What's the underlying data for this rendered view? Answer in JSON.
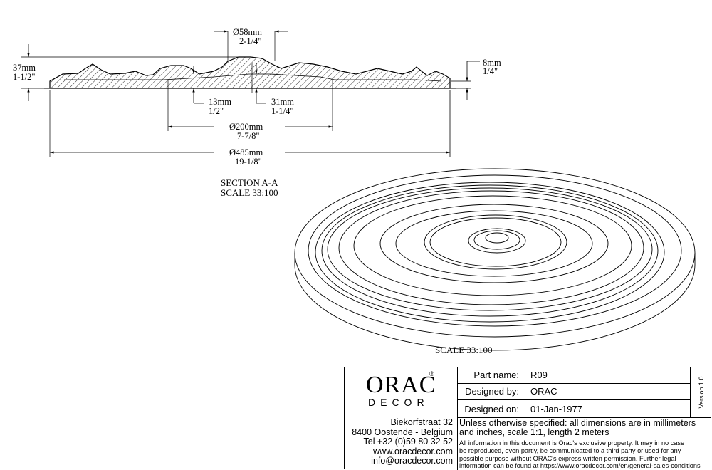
{
  "section": {
    "dims": {
      "top_diameter_mm": "Ø58mm",
      "top_diameter_in": "2-1/4\"",
      "height_mm": "37mm",
      "height_in": "1-1/2\"",
      "edge_mm": "8mm",
      "edge_in": "1/4\"",
      "inner_left_mm": "13mm",
      "inner_left_in": "1/2\"",
      "inner_right_mm": "31mm",
      "inner_right_in": "1-1/4\"",
      "mid_diameter_mm": "Ø200mm",
      "mid_diameter_in": "7-7/8\"",
      "outer_diameter_mm": "Ø485mm",
      "outer_diameter_in": "19-1/8\""
    },
    "caption_line1": "SECTION  A-A",
    "caption_line2": "SCALE  33:100"
  },
  "view": {
    "caption": "SCALE  33:100"
  },
  "title_block": {
    "logo_main": "ORAC",
    "logo_registered": "®",
    "logo_sub": "DECOR",
    "address": [
      "Biekorfstraat 32",
      "8400 Oostende - Belgium",
      "Tel  +32 (0)59 80 32 52",
      "www.oracdecor.com",
      "info@oracdecor.com"
    ],
    "part_name_label": "Part name:",
    "part_name": "R09",
    "designed_by_label": "Designed by:",
    "designed_by": "ORAC",
    "designed_on_label": "Designed on:",
    "designed_on": "01-Jan-1977",
    "version": "Version 1.0",
    "spec": [
      "Unless otherwise specified: all dimensions are in millimeters",
      "and inches, scale 1:1, length 2 meters"
    ],
    "legal": [
      "All information in this document is Orac's exclusive property.  It may in no case",
      "be reproduced, even partly, be communicated to a third party or used for any",
      "possible purpose without ORAC's express written permission. Further legal",
      "information can be found at https://www.oracdecor.com/en/general-sales-conditions"
    ]
  }
}
